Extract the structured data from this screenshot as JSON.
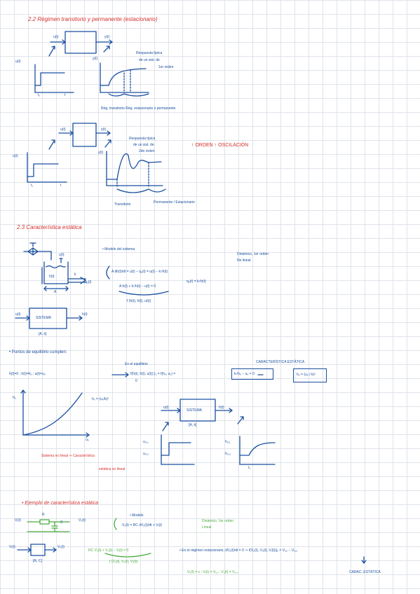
{
  "headings": {
    "s22": "2.2 Régimen transitorio y permanente (estacionario)",
    "s23": "2.3 Característica estática",
    "ejemplo": "• Ejemplo de característica estática"
  },
  "fig1": {
    "input": "u(t)",
    "output": "y(t)",
    "left_axis": "u(t)",
    "right_axis": "y(t)",
    "t1": "t₁",
    "t": "t",
    "note": [
      "Respuesta típica",
      "de un sist. de",
      "1er orden"
    ],
    "caption": "Rég. transitorio  Rég. estacionario o permanente"
  },
  "fig2": {
    "input": "u(t)",
    "output": "y(t)",
    "left_axis": "u(t)",
    "right_axis": "y(t)",
    "t1": "t₁",
    "t": "t",
    "note": [
      "Respuesta típica",
      "de un sist. de",
      "2do orden"
    ],
    "order_text": "↑ ORDEN  ↑ OSCILACIÓN",
    "trans": "Transitorio",
    "perm": "Permanente / Estacionario"
  },
  "tank": {
    "qin": "u(t)",
    "level": "h(t)",
    "area": "A",
    "k": "k",
    "qout": "qₒ(t)",
    "title": "• Modelo del sistema",
    "eq1": "A dh(t)/dt = u(t) − qₒ(t) = u(t) − k√h(t)",
    "eq_q": "qₒ(t) = k√h(t)",
    "eq2": "A ḣ(t) + k√h(t) − u(t) = 0",
    "eq3": "f (ḣ(t), h(t), u(t))",
    "note": [
      "Dinámico, 1er orden",
      "No lineal"
    ]
  },
  "sys1": {
    "in": "u(t)",
    "out": "h(t)",
    "label": "SISTEMA",
    "bracket": "[A, k]"
  },
  "equil": {
    "title": "• Puntos de equilibrio cumplen:",
    "cond": "ḣ(t)=0  ;  h(t)=hₒ  ;  u(t)=uₒ",
    "label": "En el equilibrio",
    "f": "f(ḣ(t), h(t), u(t)) |ₒ = f(hₒ, uₒ) =",
    "zero": "0",
    "box1": "k√hₒ − uₒ = 0",
    "char_label": "CARACTERÍSTICA ESTÁTICA",
    "box2": "hₒ = (uₒ / k)²"
  },
  "curve": {
    "y": "hₒ",
    "x": "uₒ",
    "eq": "hₒ = (uₒ/k)²",
    "caption1": "Sistema no lineal ⇒ Característica",
    "caption2": "estática no lineal"
  },
  "sys2": {
    "in": "u(t)",
    "out": "h(t)",
    "label": "SISTEMA",
    "bracket": "[A, k]",
    "u1": "uₒ,₁",
    "u0": "uₒ,₀",
    "h1": "hₒ,₁",
    "h0": "hₒ,₀",
    "t1": "t₁"
  },
  "circuit": {
    "R": "R",
    "C": "C",
    "vi": "Vᵢ(t)",
    "vo": "Vₒ(t)",
    "model": "• Modelo",
    "eq": "Vₒ(t) = RC dVₒ(t)/dt + Vᵢ(t)",
    "note": [
      "Dinámico, 1er orden",
      "Lineal"
    ]
  },
  "sys3": {
    "in": "Vᵢ(t)",
    "out": "Vₒ(t)",
    "bracket": "[R, C]",
    "eq1": "RC V̇ₒ(t) + Vₒ(t) − Vᵢ(t) = 0",
    "eq2": "f (V̇ₒ(t), Vₒ(t), Vᵢ(t))",
    "regime": "• En el régimen estacionario, dVₒ(t)/dt = 0 ⇒ f(V̇ₒ(t), Vₒ(t), Vᵢ(t))|ₒ = Vᵢ,ₒ − Vₒ,ₒ",
    "cond": "Vₒ(t) = c  ;  Vᵢ(t) = Vᵢ,ₒ  ;  Vₒ(t) = Vₒ,ₒ",
    "char": "CARAC. ESTÁTICA"
  }
}
